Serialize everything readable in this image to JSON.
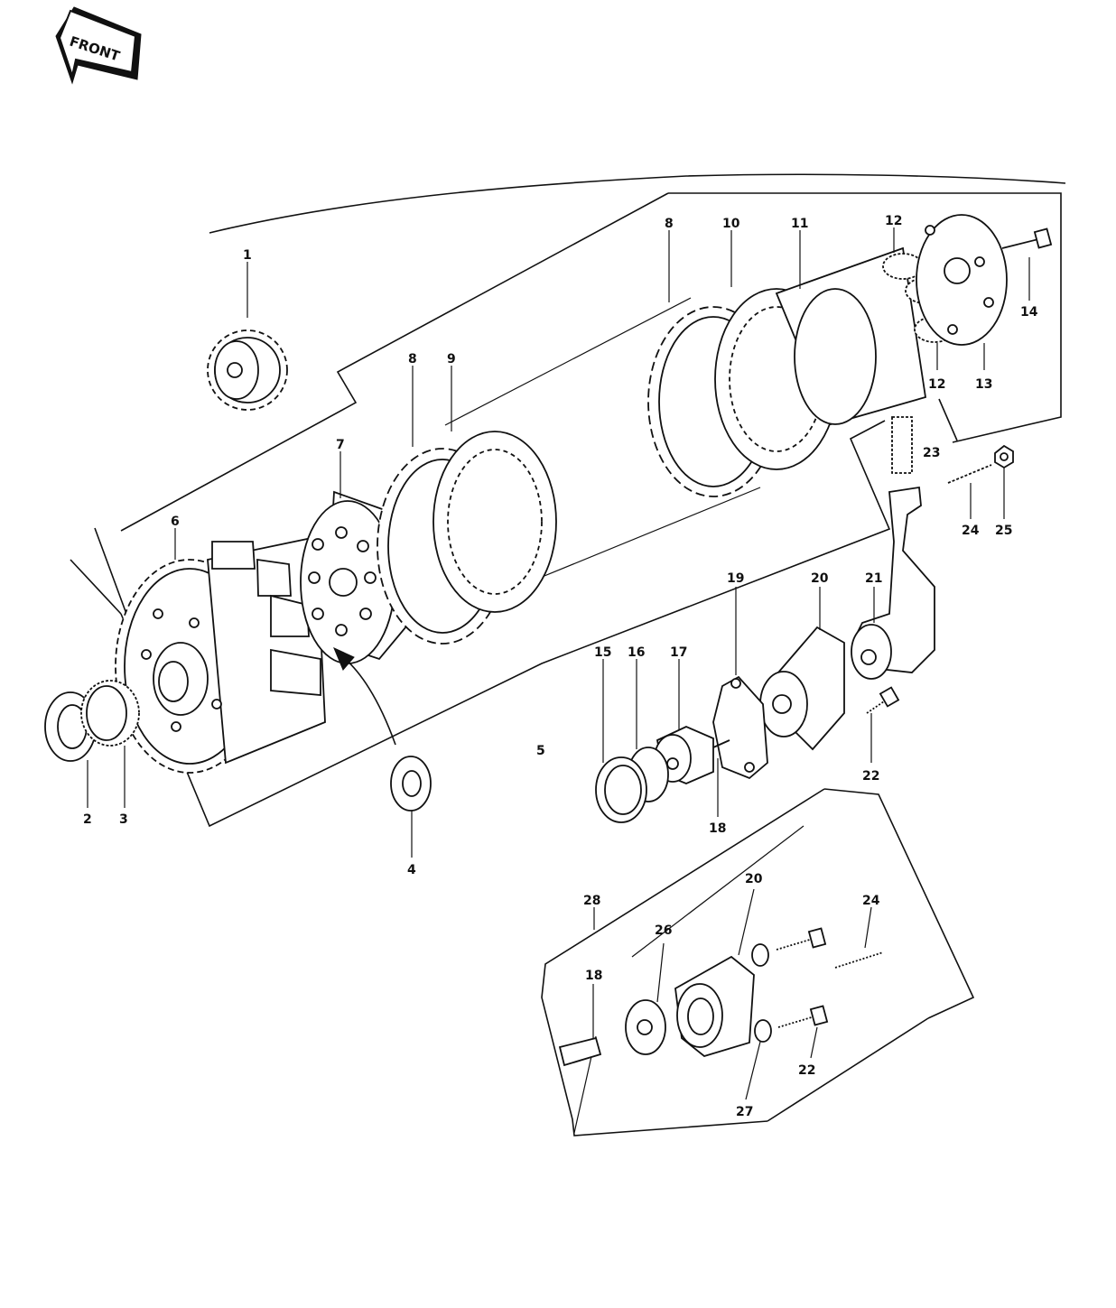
{
  "front_badge": {
    "label": "FRONT"
  },
  "callouts": [
    {
      "id": "c1",
      "text": "1"
    },
    {
      "id": "c2",
      "text": "2"
    },
    {
      "id": "c3",
      "text": "3"
    },
    {
      "id": "c4",
      "text": "4"
    },
    {
      "id": "c5",
      "text": "5"
    },
    {
      "id": "c6",
      "text": "6"
    },
    {
      "id": "c7",
      "text": "7"
    },
    {
      "id": "c8a",
      "text": "8"
    },
    {
      "id": "c9",
      "text": "9"
    },
    {
      "id": "c8b",
      "text": "8"
    },
    {
      "id": "c10",
      "text": "10"
    },
    {
      "id": "c11",
      "text": "11"
    },
    {
      "id": "c12a",
      "text": "12"
    },
    {
      "id": "c12b",
      "text": "12"
    },
    {
      "id": "c13",
      "text": "13"
    },
    {
      "id": "c14",
      "text": "14"
    },
    {
      "id": "c15",
      "text": "15"
    },
    {
      "id": "c16",
      "text": "16"
    },
    {
      "id": "c17",
      "text": "17"
    },
    {
      "id": "c18a",
      "text": "18"
    },
    {
      "id": "c19",
      "text": "19"
    },
    {
      "id": "c20a",
      "text": "20"
    },
    {
      "id": "c21",
      "text": "21"
    },
    {
      "id": "c22a",
      "text": "22"
    },
    {
      "id": "c23",
      "text": "23"
    },
    {
      "id": "c24a",
      "text": "24"
    },
    {
      "id": "c25",
      "text": "25"
    },
    {
      "id": "c28",
      "text": "28"
    },
    {
      "id": "c26",
      "text": "26"
    },
    {
      "id": "c20b",
      "text": "20"
    },
    {
      "id": "c24b",
      "text": "24"
    },
    {
      "id": "c18b",
      "text": "18"
    },
    {
      "id": "c22b",
      "text": "22"
    },
    {
      "id": "c27",
      "text": "27"
    }
  ]
}
